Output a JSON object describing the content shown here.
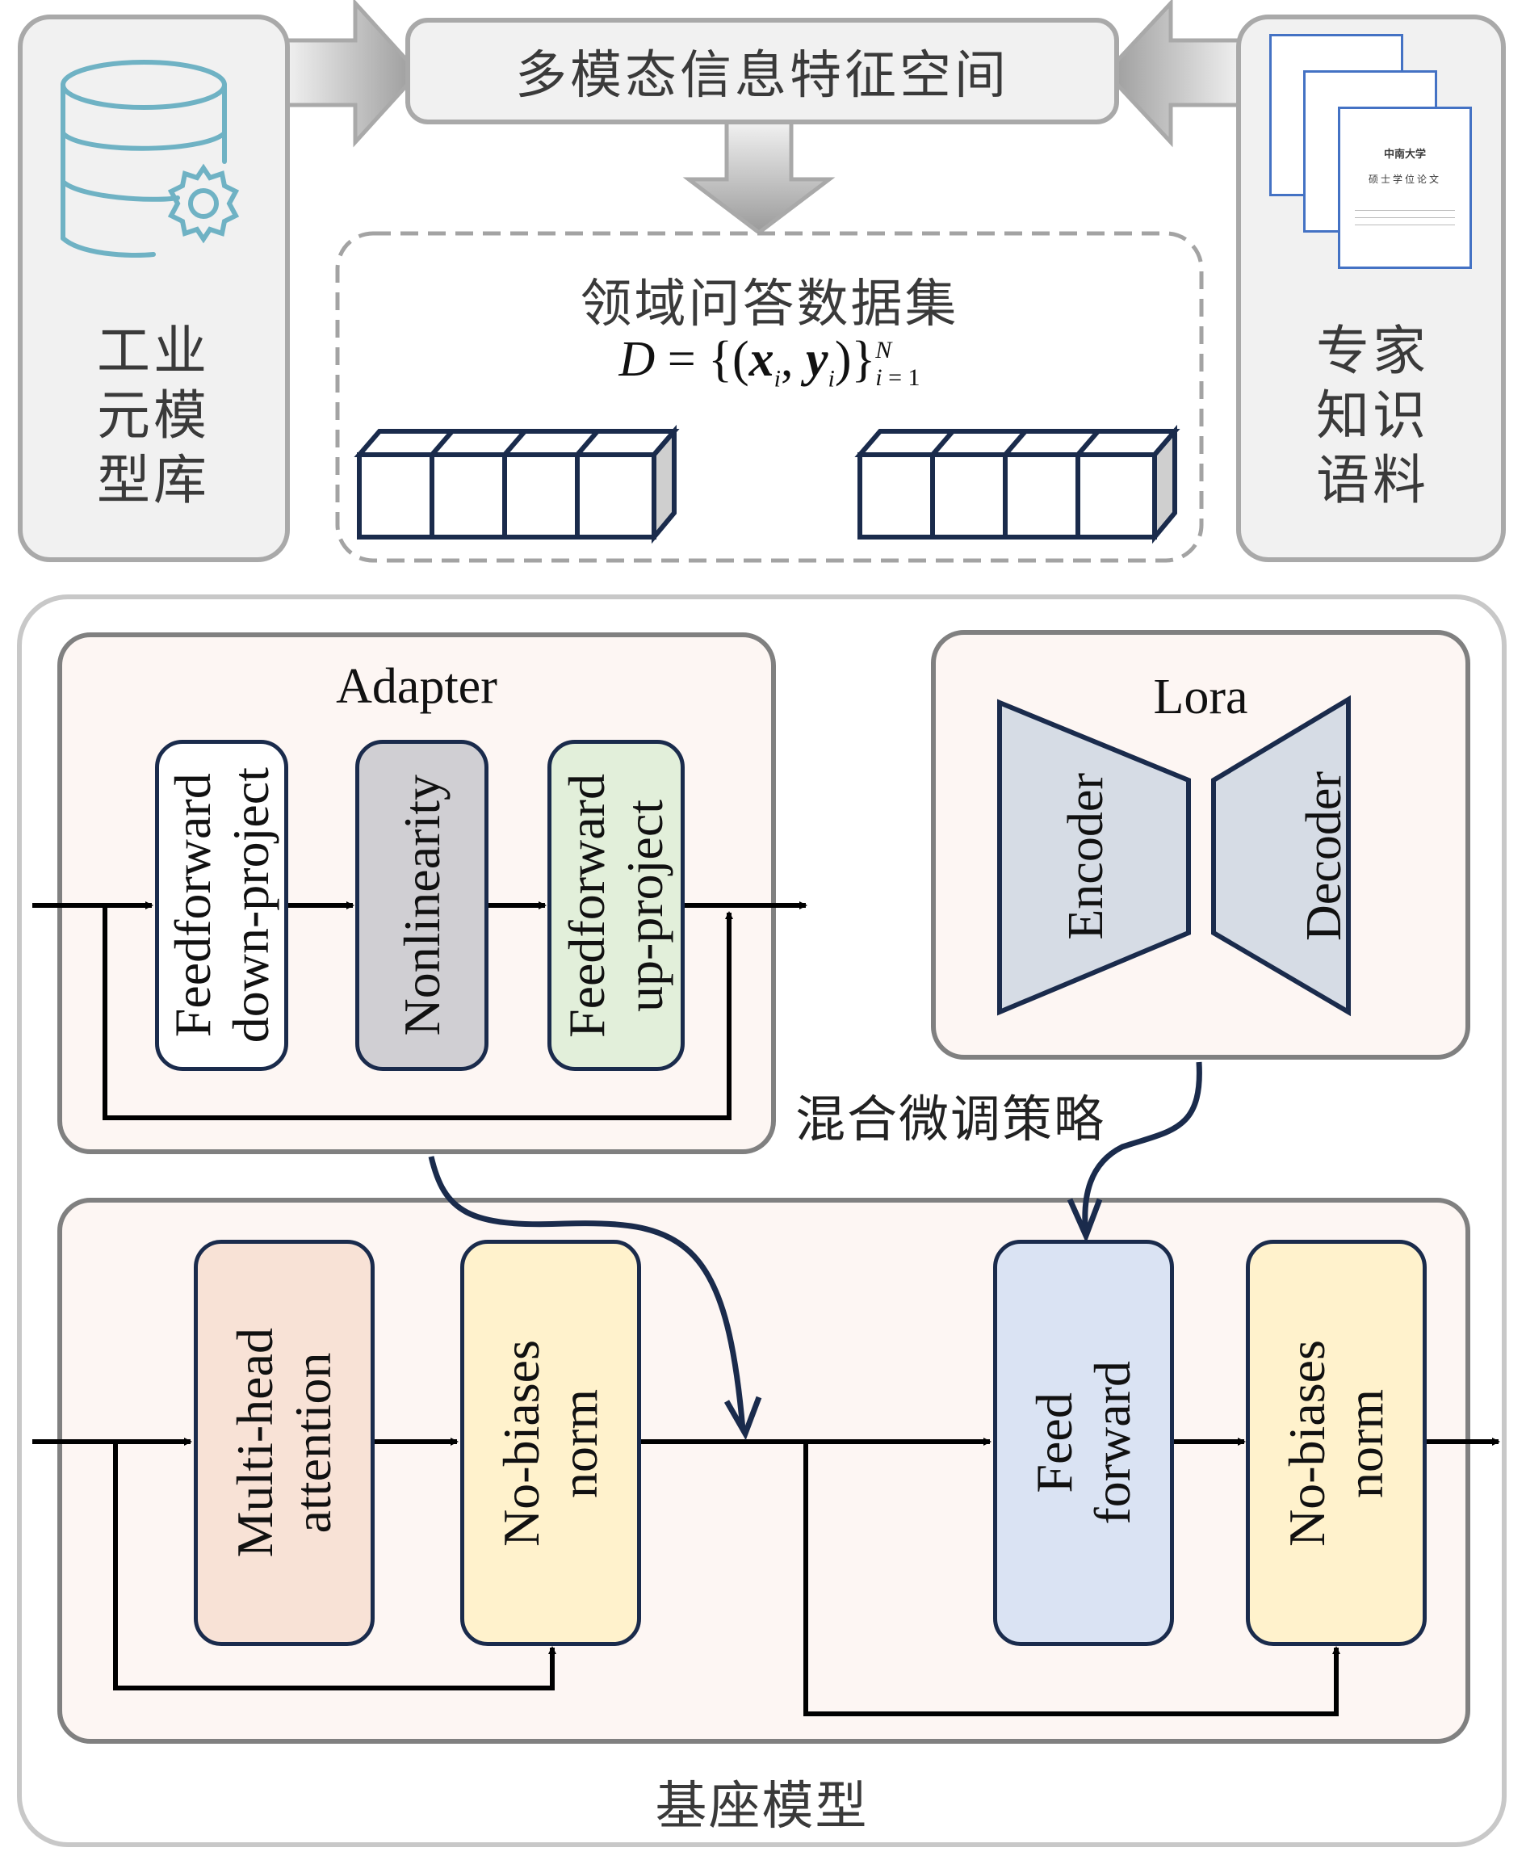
{
  "top": {
    "feature_space_label": "多模态信息特征空间",
    "left_source_label": "工业\n元模\n型库",
    "right_source_label": "专家\n知识\n语料",
    "dataset_title": "领域问答数据集",
    "dataset_formula": "D = {(x_i, y_i)}_{i=1}^N",
    "doc_cover_title": "中南大学",
    "doc_cover_subtitle": "硕士学位论文"
  },
  "adapter": {
    "title": "Adapter",
    "blocks": [
      {
        "label": "Feedforward\ndown-project",
        "color": "#ffffff"
      },
      {
        "label": "Nonlinearity",
        "color": "#d0cfd3"
      },
      {
        "label": "Feedforward\nup-project",
        "color": "#e2efda"
      }
    ]
  },
  "lora": {
    "title": "Lora",
    "encoder_label": "Encoder",
    "decoder_label": "Decoder",
    "color": "#d6dce5"
  },
  "strategy_label": "混合微调策略",
  "base_model": {
    "label": "基座模型",
    "blocks": [
      {
        "label": "Multi-head\nattention",
        "color": "#f8e2d6"
      },
      {
        "label": "No-biases\nnorm",
        "color": "#fff2cc"
      },
      {
        "label": "Feed\nforward",
        "color": "#dae3f3"
      },
      {
        "label": "No-biases\nnorm",
        "color": "#fff2cc"
      }
    ]
  },
  "colors": {
    "stroke_dark": "#1a2b4c",
    "panel_fill": "#fdf6f3",
    "icon_teal": "#6fb2c4",
    "doc_border": "#4472c4"
  }
}
